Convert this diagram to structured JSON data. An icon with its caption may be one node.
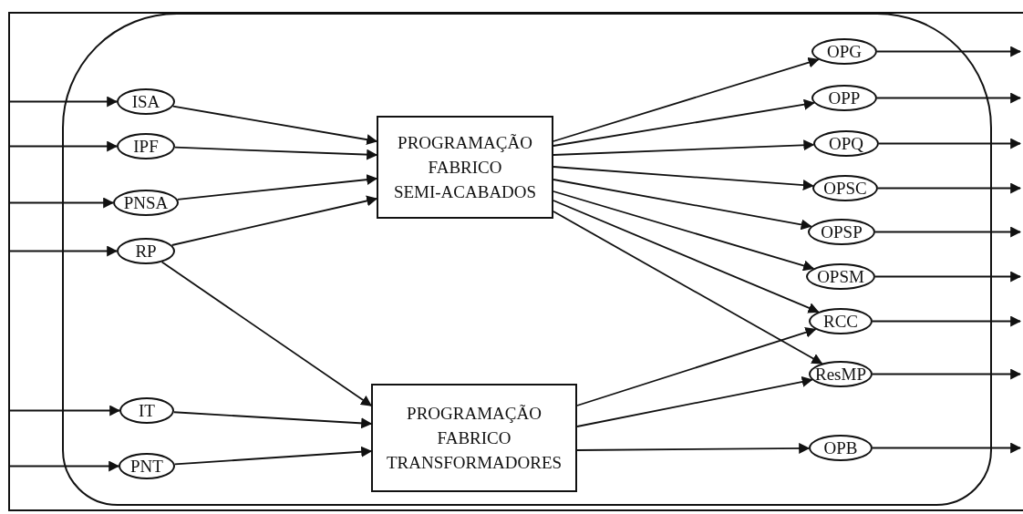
{
  "diagram": {
    "nodes": [
      {
        "text": [],
        "shape": "box"
      },
      {
        "text": [
          "ISA"
        ],
        "in": 0
      },
      {
        "text": [
          "IPF"
        ],
        "in": 0
      },
      {
        "text": [
          "PNSA"
        ],
        "in": 0
      },
      {
        "text": [
          "RP"
        ],
        "in": 0
      },
      {
        "text": [
          "IT"
        ],
        "in": 0
      },
      {
        "text": [
          "PNT"
        ],
        "in": 0
      },
      {
        "text": [
          "PROGRAMAÇÃO FABRICO SEMI-ACABADOS"
        ],
        "in": 0
      },
      {
        "text": [
          "PROGRAMAÇÃO FABRICO TRANSFORMADORES"
        ],
        "in": 0
      },
      {
        "text": [
          "OPG"
        ],
        "in": 0
      },
      {
        "text": [
          "OPP"
        ],
        "in": 0
      },
      {
        "text": [
          "OPQ"
        ],
        "in": 0
      },
      {
        "text": [
          "OPSC"
        ],
        "in": 0
      },
      {
        "text": [
          "OPSP"
        ],
        "in": 0
      },
      {
        "text": [
          "OPSM"
        ],
        "in": 0
      },
      {
        "text": [
          "RCC"
        ],
        "in": 0
      },
      {
        "text": [
          "ResMP"
        ],
        "in": 0
      },
      {
        "text": [
          "OPB"
        ],
        "in": 0
      }
    ],
    "edges": [
      {
        "from": null,
        "to": 1,
        "arrow": "to"
      },
      {
        "from": null,
        "to": 2,
        "arrow": "to"
      },
      {
        "from": null,
        "to": 3,
        "arrow": "to"
      },
      {
        "from": null,
        "to": 4,
        "arrow": "to"
      },
      {
        "from": null,
        "to": 5,
        "arrow": "to"
      },
      {
        "from": null,
        "to": 6,
        "arrow": "to"
      },
      {
        "from": 1,
        "to": 7,
        "arrow": "to"
      },
      {
        "from": 2,
        "to": 7,
        "arrow": "to"
      },
      {
        "from": 3,
        "to": 7,
        "arrow": "to"
      },
      {
        "from": 4,
        "to": 7,
        "arrow": "to"
      },
      {
        "from": 4,
        "to": 8,
        "arrow": "to"
      },
      {
        "from": 5,
        "to": 8,
        "arrow": "to"
      },
      {
        "from": 6,
        "to": 8,
        "arrow": "to"
      },
      {
        "from": 7,
        "to": 9,
        "arrow": "to"
      },
      {
        "from": 7,
        "to": 10,
        "arrow": "to"
      },
      {
        "from": 7,
        "to": 11,
        "arrow": "to"
      },
      {
        "from": 7,
        "to": 12,
        "arrow": "to"
      },
      {
        "from": 7,
        "to": 13,
        "arrow": "to"
      },
      {
        "from": 7,
        "to": 14,
        "arrow": "to"
      },
      {
        "from": 7,
        "to": 15,
        "arrow": "to"
      },
      {
        "from": 7,
        "to": 16,
        "arrow": "to"
      },
      {
        "from": 8,
        "to": 15,
        "arrow": "to"
      },
      {
        "from": 8,
        "to": 16,
        "arrow": "to"
      },
      {
        "from": 8,
        "to": 17,
        "arrow": "to"
      },
      {
        "from": 9,
        "to": null,
        "arrow": "to"
      },
      {
        "from": 10,
        "to": null,
        "arrow": "to"
      },
      {
        "from": 11,
        "to": null,
        "arrow": "to"
      },
      {
        "from": 12,
        "to": null,
        "arrow": "to"
      },
      {
        "from": 13,
        "to": null,
        "arrow": "to"
      },
      {
        "from": 14,
        "to": null,
        "arrow": "to"
      },
      {
        "from": 15,
        "to": null,
        "arrow": "to"
      },
      {
        "from": 16,
        "to": null,
        "arrow": "to"
      },
      {
        "from": 17,
        "to": null,
        "arrow": "to"
      }
    ]
  }
}
